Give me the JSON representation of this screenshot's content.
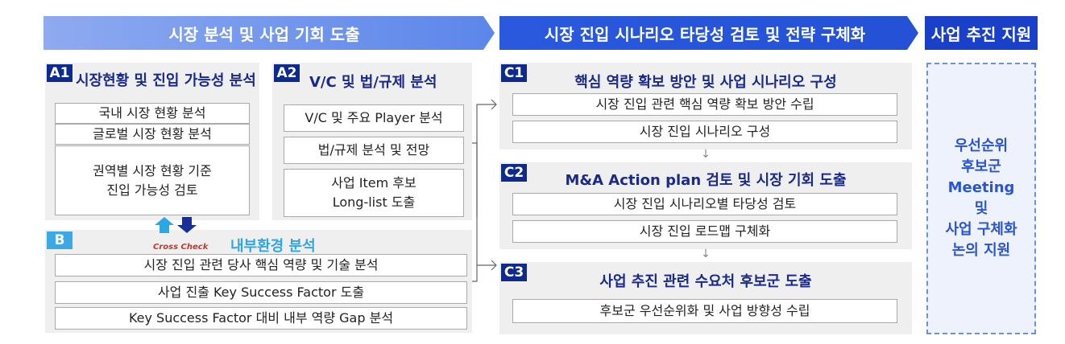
{
  "header": {
    "stage1": "시장 분석 및 사업 기회 도출",
    "stage2": "시장 진입 시나리오 타당성 검토 및 전략 구체화",
    "stage3": "사업 추진 지원"
  },
  "a1": {
    "badge": "A1",
    "title": "시장현황 및 진입 가능성 분석",
    "items": [
      "국내 시장 현황 분석",
      "글로벌 시장 현황 분석",
      "권역별 시장 현황 기준",
      "진입 가능성 검토"
    ]
  },
  "a2": {
    "badge": "A2",
    "title": "V/C 및 법/규제 분석",
    "items": [
      "V/C 및 주요 Player 분석",
      "법/규제 분석 및 전망",
      "사업 Item 후보",
      "Long-list 도출"
    ]
  },
  "b": {
    "badge": "B",
    "title": "내부환경 분석",
    "cross_check": "Cross Check",
    "items": [
      "시장 진입 관련 당사 핵심 역량 및 기술 분석",
      "사업 진출 Key Success Factor 도출",
      "Key Success Factor 대비 내부 역량 Gap 분석"
    ]
  },
  "c1": {
    "badge": "C1",
    "title": "핵심 역량 확보 방안 및 사업 시나리오 구성",
    "items": [
      "시장 진입 관련 핵심 역량 확보 방안 수립",
      "시장 진입 시나리오 구성"
    ]
  },
  "c2": {
    "badge": "C2",
    "title": "M&A Action plan 검토 및 시장 기회 도출",
    "items": [
      "시장 진입 시나리오별 타당성 검토",
      "시장 진입 로드맵 구체화"
    ]
  },
  "c3": {
    "badge": "C3",
    "title": "사업 추진 관련 수요처 후보군 도출",
    "items": [
      "후보군 우선순위화 및 사업 방향성 수립"
    ]
  },
  "support": {
    "lines": [
      "우선순위",
      "후보군",
      "Meeting",
      "및",
      "사업 구체화",
      "논의 지원"
    ]
  },
  "colors": {
    "chevron_light": "#6a8fe6",
    "chevron_mid": "#3f6ad8",
    "chevron_dark": "#1a3fc8",
    "badge_navy": "#0d2a8c",
    "badge_b": "#3aa9e6",
    "panel_bg": "#efefef",
    "support_text": "#2a55d0"
  }
}
